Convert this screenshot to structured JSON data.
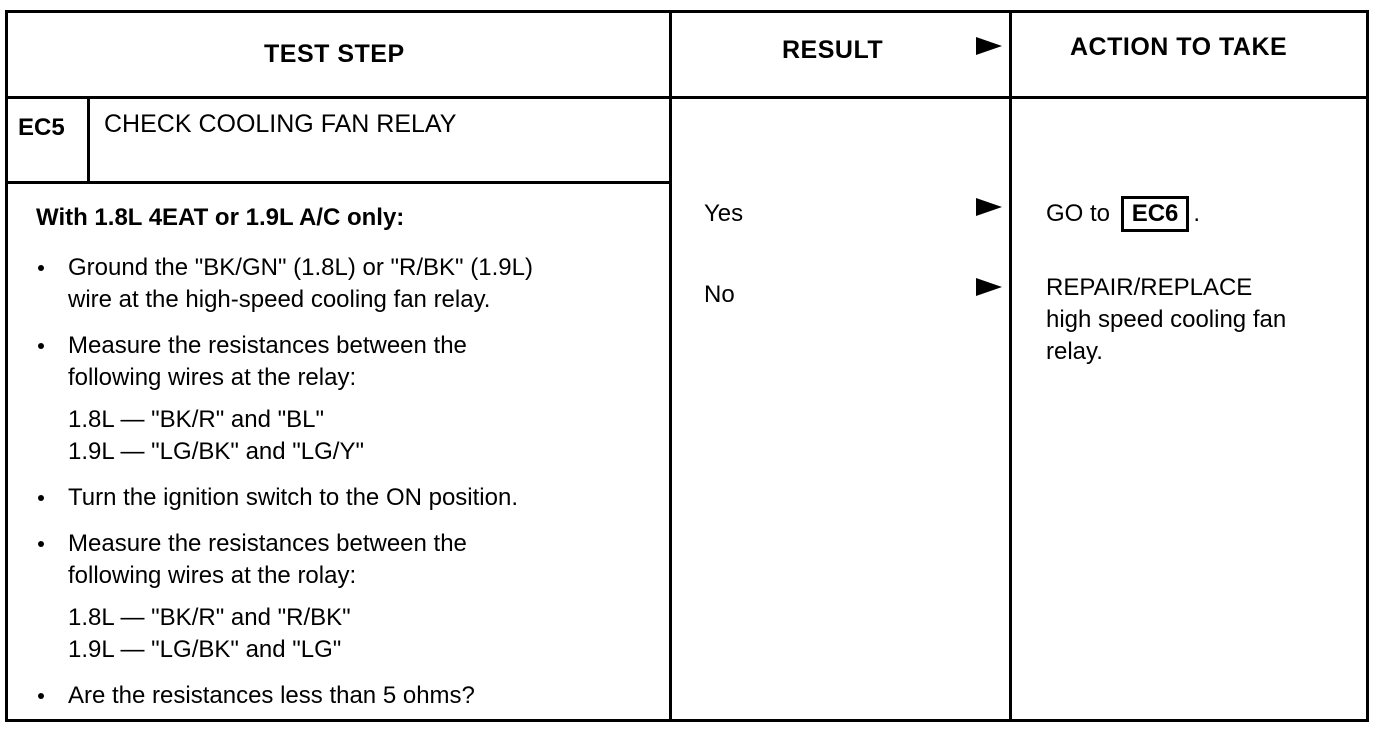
{
  "headers": {
    "test_step": "TEST STEP",
    "result": "RESULT",
    "action": "ACTION TO TAKE"
  },
  "step": {
    "code": "EC5",
    "title": "CHECK COOLING FAN RELAY",
    "intro": "With 1.8L 4EAT or 1.9L A/C only:",
    "bullets": {
      "b1_l1": "Ground the \"BK/GN\" (1.8L) or \"R/BK\" (1.9L)",
      "b1_l2": "wire at the high-speed cooling fan relay.",
      "b2_l1": "Measure the resistances between the",
      "b2_l2": "following wires at the relay:",
      "b2_s1": "1.8L — \"BK/R\" and \"BL\"",
      "b2_s2": "1.9L — \"LG/BK\" and \"LG/Y\"",
      "b3_l1": "Turn the ignition switch to the ON position.",
      "b4_l1": "Measure the resistances between the",
      "b4_l2": "following wires at the rolay:",
      "b4_s1": "1.8L — \"BK/R\" and \"R/BK\"",
      "b4_s2": "1.9L — \"LG/BK\" and \"LG\"",
      "b5_l1": "Are the resistances less than 5 ohms?"
    }
  },
  "results": {
    "yes": "Yes",
    "no": "No"
  },
  "actions": {
    "yes_prefix": "GO to",
    "yes_target": "EC6",
    "yes_suffix": ".",
    "no_l1": "REPAIR/REPLACE",
    "no_l2": "high speed cooling fan",
    "no_l3": "relay."
  }
}
